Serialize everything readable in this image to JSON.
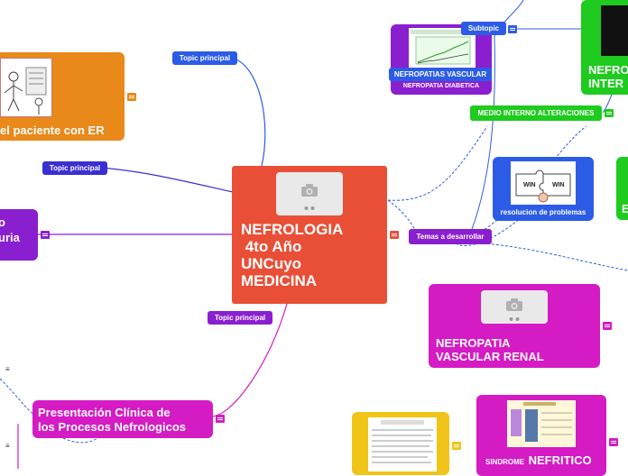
{
  "central": {
    "lines": [
      "NEFROLOGIA",
      " 4to Año",
      "UNCuyo",
      "MEDICINA"
    ]
  },
  "topics": {
    "paciente_er": "el paciente con ER",
    "uria": [
      "o",
      "uria"
    ],
    "presentacion": [
      "Presentación Clínica de",
      "los Procesos Nefrologicos"
    ],
    "nefropatia_vascular_renal": [
      "NEFROPATIA",
      "VASCULAR RENAL"
    ],
    "sindrome_nefritico_small": "SINDROME",
    "sindrome_nefritico_big": "NEFRITICO",
    "nefro_inter": [
      "NEFRO",
      "INTER"
    ],
    "right_edge_e": "E"
  },
  "labels": {
    "topic_principal": "Topic principal",
    "subtopic": "Subtopic",
    "nefropatias_vascular": "NEFROPATIAS VASCULAR",
    "nefropatia_diabetica": "NEFROPATIA DIABETICA",
    "medio_interno": "MEDIO INTERNO ALTERACIONES",
    "resolucion": "resolucion de problemas",
    "temas": "Temas a desarrollar",
    "puzzle_left": "WIN",
    "puzzle_right": "WIN"
  },
  "colors": {
    "central": "#e94f37",
    "orange": "#e8891a",
    "purple": "#8a1fd0",
    "magenta": "#d41bc4",
    "blue": "#2c5ce6",
    "green": "#1ecb1e",
    "yellow": "#f0c419"
  },
  "icons": [
    "camera-icon",
    "note-icon",
    "hamburger-icon",
    "puzzle-image",
    "chart-image",
    "cartoon-image"
  ]
}
